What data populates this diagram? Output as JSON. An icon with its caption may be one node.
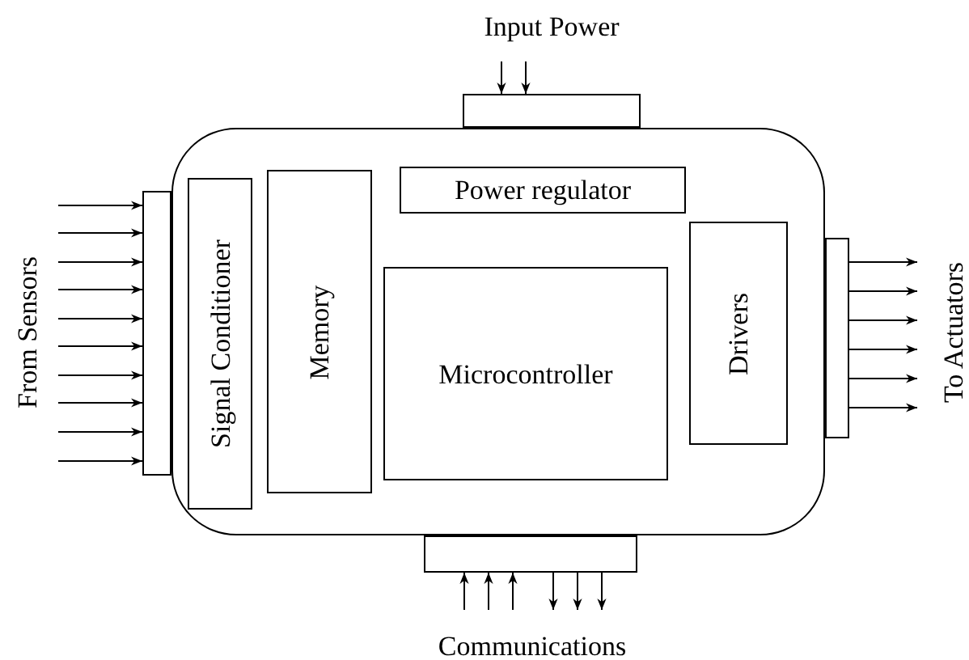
{
  "diagram": {
    "nodes": [
      {
        "text": [],
        "shape": "box"
      },
      {
        "text": [
          "Signal Conditioner"
        ],
        "in": 0
      },
      {
        "text": [
          "Memory"
        ],
        "in": 0
      },
      {
        "text": [
          "Power regulator"
        ],
        "in": 0
      },
      {
        "text": [
          "Microcontroller"
        ],
        "in": 0
      },
      {
        "text": [
          "Drivers"
        ],
        "in": 0
      },
      {
        "text": [],
        "shape": "bar"
      },
      {
        "text": [],
        "shape": "bar"
      },
      {
        "text": [],
        "shape": "bar"
      },
      {
        "text": [],
        "shape": "bar"
      },
      {
        "text": [
          "Input Power"
        ]
      },
      {
        "text": [
          "From Sensors"
        ]
      },
      {
        "text": [
          "To Actuators"
        ]
      },
      {
        "text": [
          "Communications"
        ]
      }
    ],
    "edges": [
      {
        "from": 11,
        "to": 6,
        "arrow": "to"
      },
      {
        "from": 11,
        "to": 6,
        "arrow": "to"
      },
      {
        "from": 11,
        "to": 6,
        "arrow": "to"
      },
      {
        "from": 11,
        "to": 6,
        "arrow": "to"
      },
      {
        "from": 11,
        "to": 6,
        "arrow": "to"
      },
      {
        "from": 11,
        "to": 6,
        "arrow": "to"
      },
      {
        "from": 11,
        "to": 6,
        "arrow": "to"
      },
      {
        "from": 11,
        "to": 6,
        "arrow": "to"
      },
      {
        "from": 11,
        "to": 6,
        "arrow": "to"
      },
      {
        "from": 11,
        "to": 6,
        "arrow": "to"
      },
      {
        "from": 7,
        "to": 12,
        "arrow": "to"
      },
      {
        "from": 7,
        "to": 12,
        "arrow": "to"
      },
      {
        "from": 7,
        "to": 12,
        "arrow": "to"
      },
      {
        "from": 7,
        "to": 12,
        "arrow": "to"
      },
      {
        "from": 7,
        "to": 12,
        "arrow": "to"
      },
      {
        "from": 7,
        "to": 12,
        "arrow": "to"
      },
      {
        "from": 10,
        "to": 8,
        "arrow": "to"
      },
      {
        "from": 10,
        "to": 8,
        "arrow": "to"
      },
      {
        "from": 13,
        "to": 9,
        "arrow": "to"
      },
      {
        "from": 13,
        "to": 9,
        "arrow": "to"
      },
      {
        "from": 13,
        "to": 9,
        "arrow": "to"
      },
      {
        "from": 9,
        "to": 13,
        "arrow": "to"
      },
      {
        "from": 9,
        "to": 13,
        "arrow": "to"
      },
      {
        "from": 9,
        "to": 13,
        "arrow": "to"
      }
    ]
  }
}
